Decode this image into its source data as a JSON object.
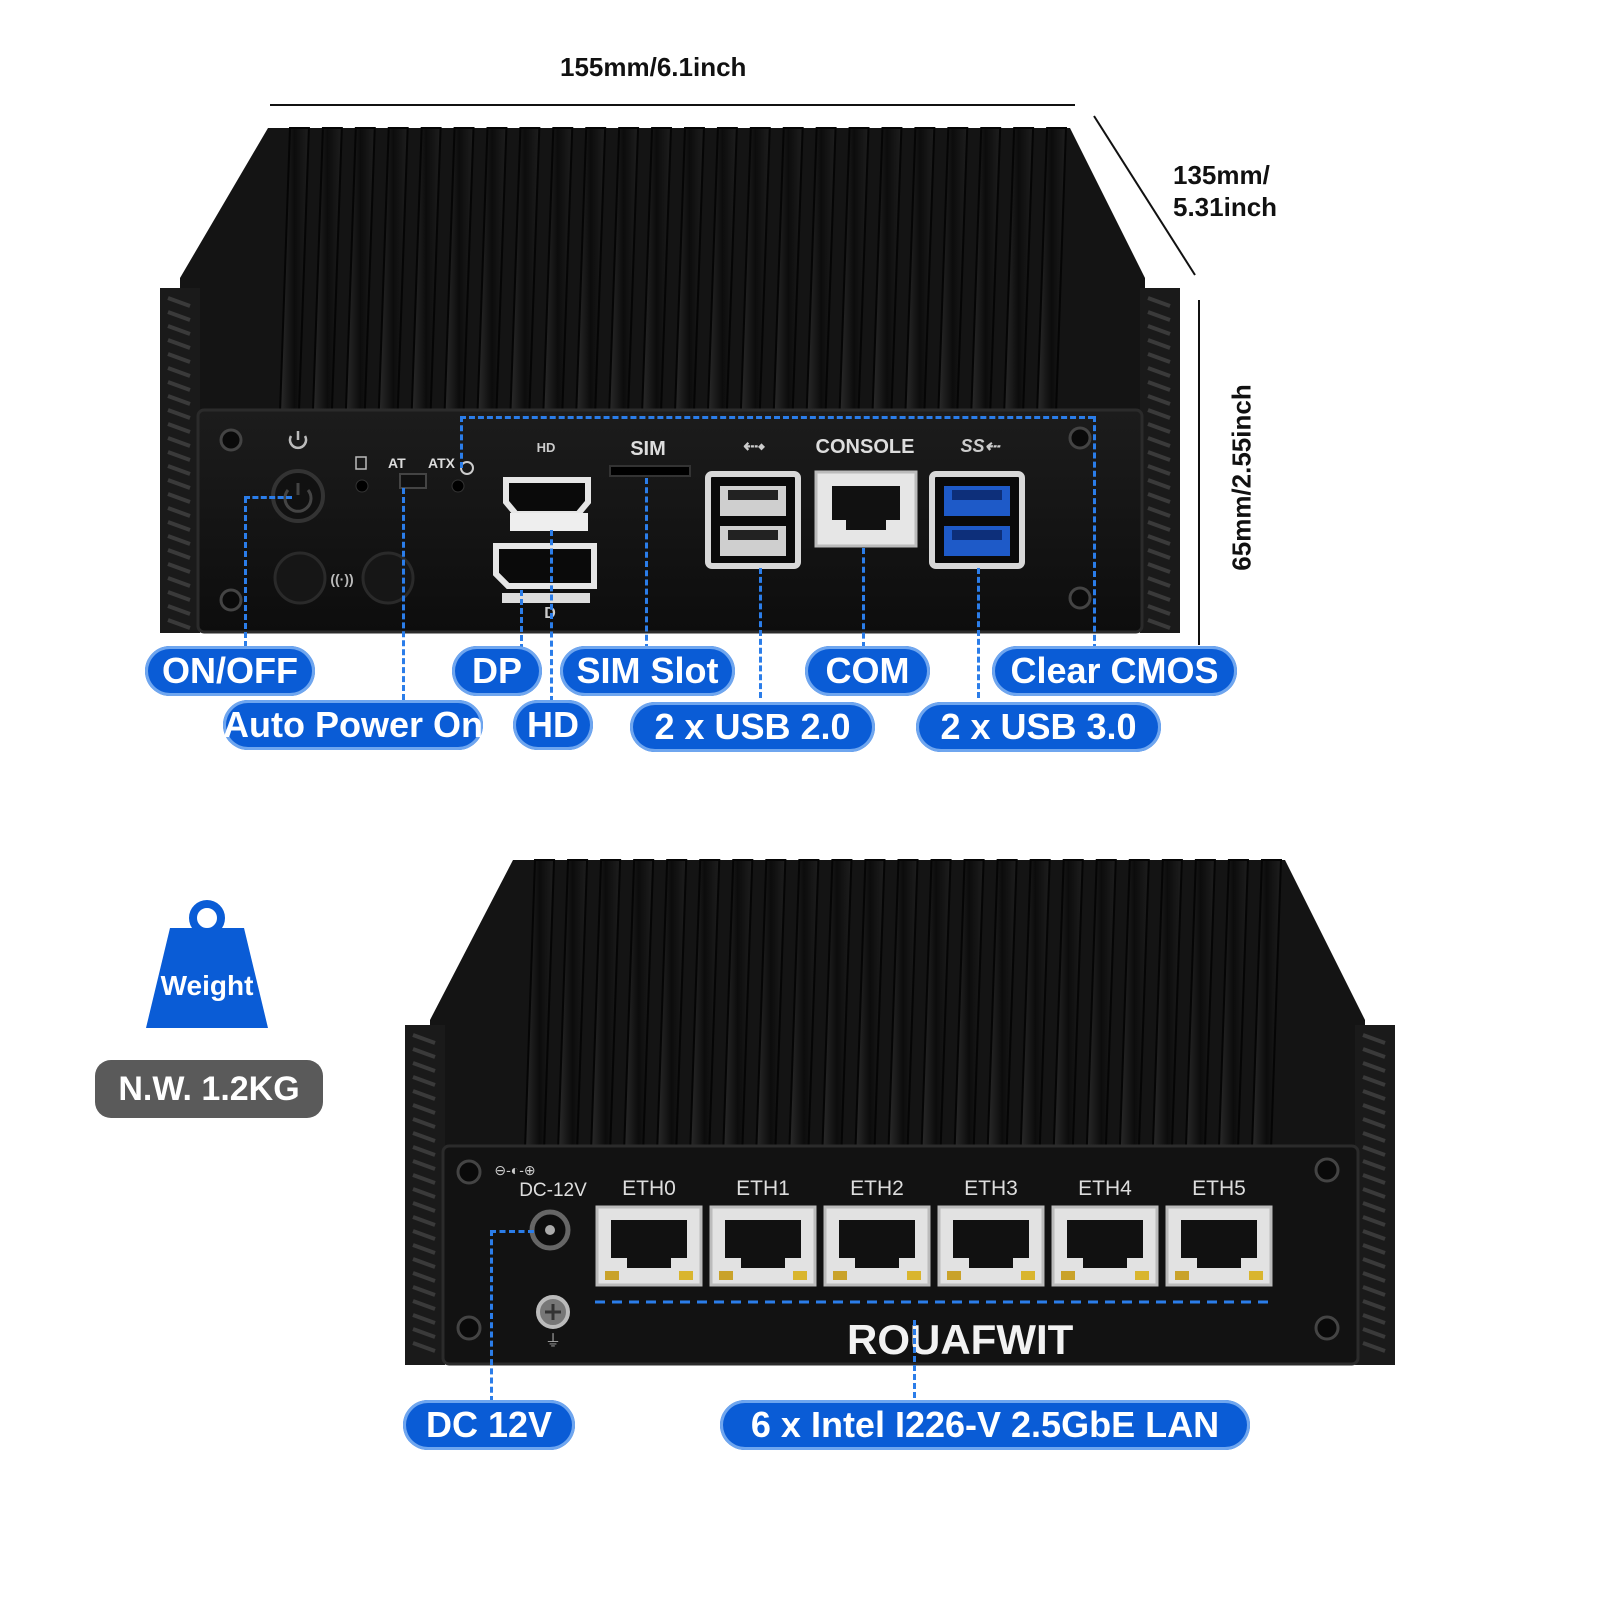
{
  "dimensions": {
    "width": "155mm/6.1inch",
    "depth_line1": "135mm/",
    "depth_line2": "5.31inch",
    "height": "65mm/2.55inch"
  },
  "front_panel": {
    "printed": {
      "at": "AT",
      "atx": "ATX",
      "sim": "SIM",
      "console": "CONSOLE",
      "hd_logo": "HD",
      "dp_logo": "D"
    },
    "callouts": {
      "on_off": "ON/OFF",
      "auto_power_on": "Auto Power On",
      "dp": "DP",
      "hd": "HD",
      "sim_slot": "SIM Slot",
      "usb2": "2 x USB 2.0",
      "com": "COM",
      "usb3": "2 x USB 3.0",
      "clear_cmos": "Clear CMOS"
    }
  },
  "rear_panel": {
    "printed": {
      "dc": "DC-12V",
      "eth": [
        "ETH0",
        "ETH1",
        "ETH2",
        "ETH3",
        "ETH4",
        "ETH5"
      ],
      "brand": "ROUAFWIT"
    },
    "callouts": {
      "dc": "DC 12V",
      "lan": "6 x Intel I226-V 2.5GbE LAN"
    }
  },
  "weight": {
    "label": "Weight",
    "value": "N.W. 1.2KG"
  },
  "colors": {
    "accent": "#0a5cd6",
    "dash": "#2b7de9",
    "chassis": "#161616",
    "badge": "#5a5a5a"
  }
}
